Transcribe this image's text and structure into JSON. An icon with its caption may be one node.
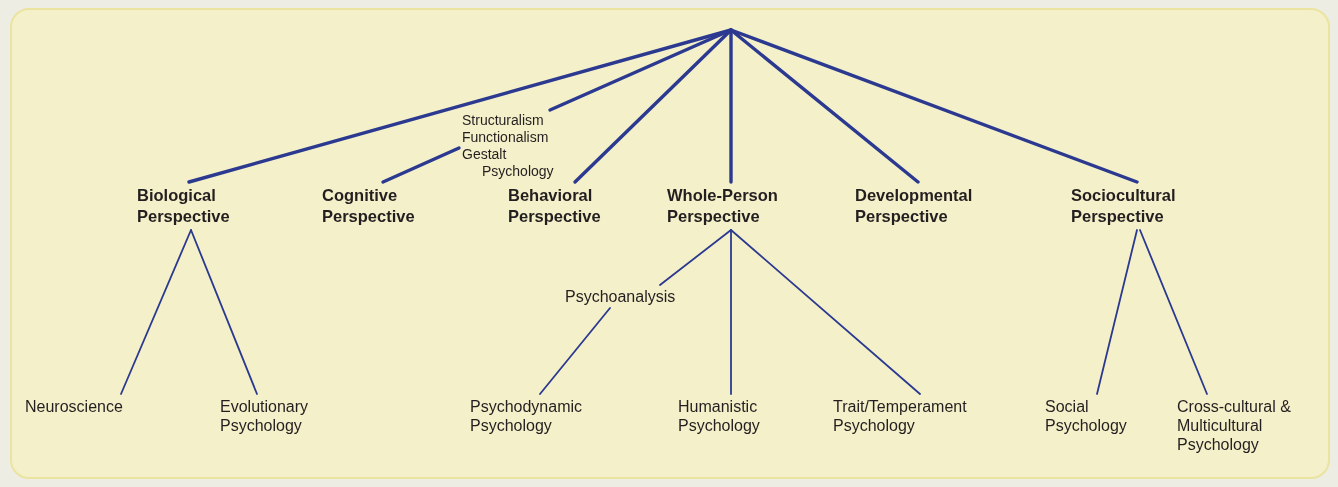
{
  "diagram": {
    "nodes": [
      {
        "text": [
          "Structuralism",
          "Functionalism",
          "Gestalt Psychology"
        ]
      },
      {
        "text": [
          "Biological Perspective"
        ]
      },
      {
        "text": [
          "Cognitive Perspective"
        ]
      },
      {
        "text": [
          "Behavioral Perspective"
        ]
      },
      {
        "text": [
          "Whole-Person Perspective"
        ]
      },
      {
        "text": [
          "Developmental Perspective"
        ]
      },
      {
        "text": [
          "Sociocultural Perspective"
        ]
      },
      {
        "text": [
          "Psychoanalysis"
        ]
      },
      {
        "text": [
          "Neuroscience"
        ]
      },
      {
        "text": [
          "Evolutionary Psychology"
        ]
      },
      {
        "text": [
          "Psychodynamic Psychology"
        ]
      },
      {
        "text": [
          "Humanistic Psychology"
        ]
      },
      {
        "text": [
          "Trait/Temperament Psychology"
        ]
      },
      {
        "text": [
          "Social Psychology"
        ]
      },
      {
        "text": [
          "Cross-cultural & Multicultural Psychology"
        ]
      }
    ],
    "edges": [
      {
        "from": null,
        "to": 1,
        "arrow": "none"
      },
      {
        "from": null,
        "to": 0,
        "arrow": "none"
      },
      {
        "from": 0,
        "to": 2,
        "arrow": "none"
      },
      {
        "from": null,
        "to": 3,
        "arrow": "none"
      },
      {
        "from": null,
        "to": 4,
        "arrow": "none"
      },
      {
        "from": null,
        "to": 5,
        "arrow": "none"
      },
      {
        "from": null,
        "to": 6,
        "arrow": "none"
      },
      {
        "from": 1,
        "to": 8,
        "arrow": "none"
      },
      {
        "from": 1,
        "to": 9,
        "arrow": "none"
      },
      {
        "from": 4,
        "to": 7,
        "arrow": "none"
      },
      {
        "from": 7,
        "to": 10,
        "arrow": "none"
      },
      {
        "from": 4,
        "to": 11,
        "arrow": "none"
      },
      {
        "from": 4,
        "to": 12,
        "arrow": "none"
      },
      {
        "from": 6,
        "to": 13,
        "arrow": "none"
      },
      {
        "from": 6,
        "to": 14,
        "arrow": "none"
      }
    ]
  }
}
